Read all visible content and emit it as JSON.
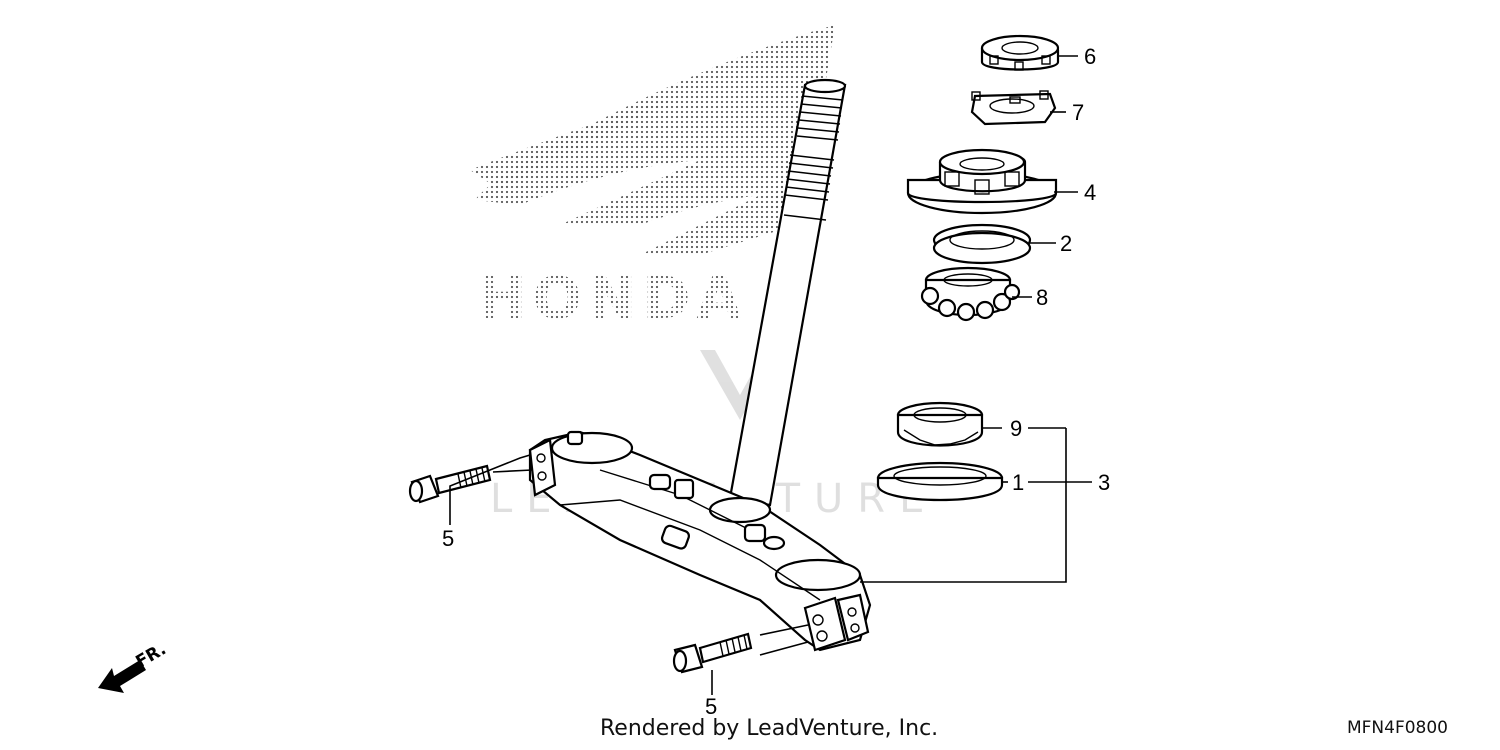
{
  "watermark": {
    "brand_text": "HONDA",
    "dealer_text": "LEADVENTURE"
  },
  "callouts": [
    {
      "id": "1",
      "text": "1"
    },
    {
      "id": "2",
      "text": "2"
    },
    {
      "id": "3",
      "text": "3"
    },
    {
      "id": "4",
      "text": "4"
    },
    {
      "id": "5a",
      "text": "5"
    },
    {
      "id": "5b",
      "text": "5"
    },
    {
      "id": "6",
      "text": "6"
    },
    {
      "id": "7",
      "text": "7"
    },
    {
      "id": "8",
      "text": "8"
    },
    {
      "id": "9",
      "text": "9"
    }
  ],
  "direction": {
    "label": "FR."
  },
  "footer": {
    "credit": "Rendered by LeadVenture, Inc.",
    "diagram_code": "MFN4F0800"
  }
}
